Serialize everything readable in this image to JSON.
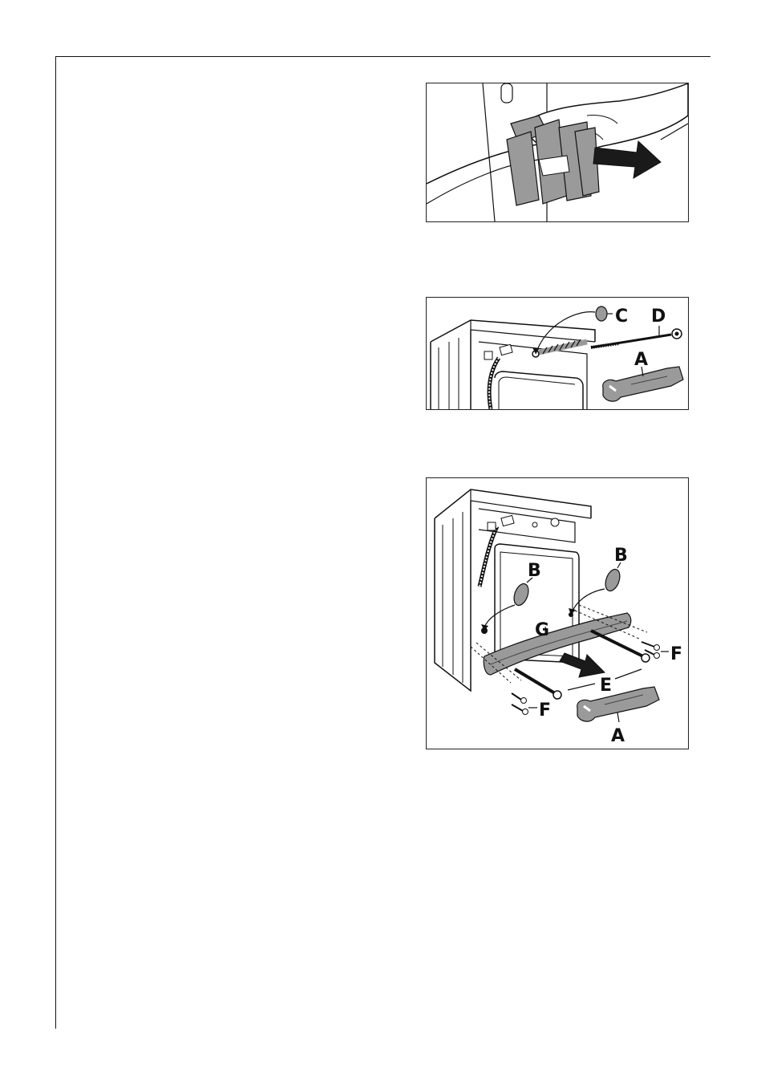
{
  "figures": {
    "fig1": {
      "labels": []
    },
    "fig2": {
      "labels": {
        "c": "C",
        "d": "D",
        "a": "A"
      }
    },
    "fig3": {
      "labels": {
        "b_left": "B",
        "b_right": "B",
        "g": "G",
        "e": "E",
        "f_right": "F",
        "f_left": "F",
        "a": "A"
      }
    }
  },
  "colors": {
    "line": "#111111",
    "part_grey": "#9a9a9a",
    "arrow": "#1a1a1a"
  },
  "icons": [
    "hand-illustration",
    "arrow-right-icon",
    "wrench-illustration",
    "washing-machine-illustration"
  ]
}
